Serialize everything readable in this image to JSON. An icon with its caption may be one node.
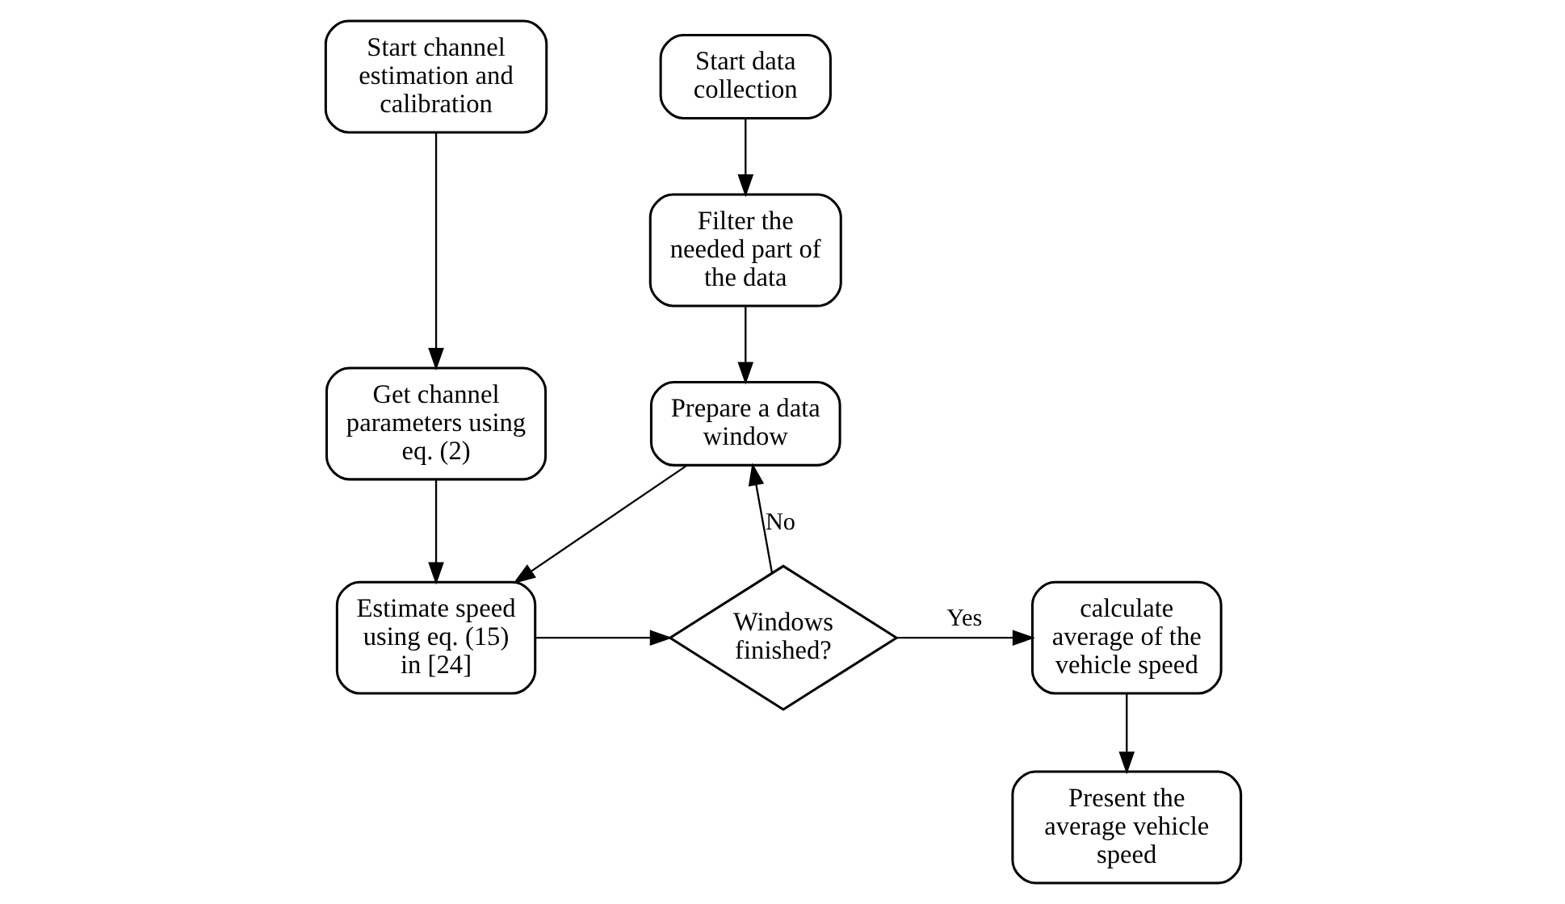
{
  "diagram": {
    "nodes": [
      {
        "text": [
          "Start channel estimation and calibration"
        ]
      },
      {
        "text": [
          "Get channel parameters using eq. (2)"
        ]
      },
      {
        "text": [
          "Start data collection"
        ]
      },
      {
        "text": [
          "Filter the needed part of the data"
        ]
      },
      {
        "text": [
          "Prepare a data window"
        ]
      },
      {
        "text": [
          "Estimate speed using eq. (15) in [24]"
        ]
      },
      {
        "text": [
          "Windows finished?"
        ]
      },
      {
        "text": [
          "calculate average of the vehicle speed"
        ]
      },
      {
        "text": [
          "Present the average vehicle speed"
        ]
      }
    ],
    "edges": [
      {
        "from": 0,
        "to": 1,
        "arrow": "to"
      },
      {
        "from": 1,
        "to": 5,
        "arrow": "to"
      },
      {
        "from": 2,
        "to": 3,
        "arrow": "to"
      },
      {
        "from": 3,
        "to": 4,
        "arrow": "to"
      },
      {
        "from": 4,
        "to": 5,
        "arrow": "to"
      },
      {
        "from": 5,
        "to": 6,
        "arrow": "to"
      },
      {
        "from": 6,
        "to": 4,
        "arrow": "to",
        "label": "No"
      },
      {
        "from": 6,
        "to": 7,
        "arrow": "to",
        "label": "Yes"
      },
      {
        "from": 7,
        "to": 8,
        "arrow": "to"
      }
    ]
  }
}
